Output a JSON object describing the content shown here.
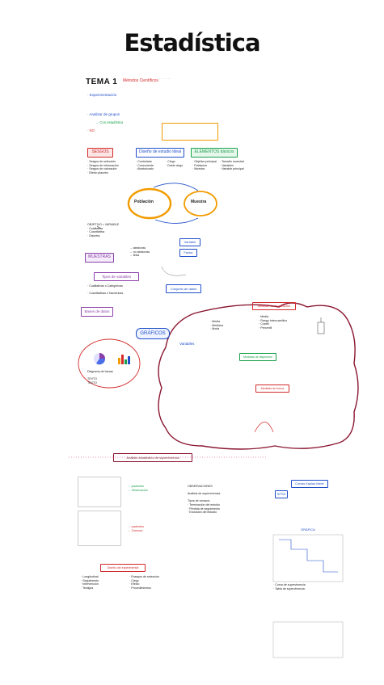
{
  "page": {
    "title": "Estadística",
    "tema": "TEMA 1",
    "metodos": "Métodos Científicos",
    "poblacion": "Población",
    "muestra": "Muestra",
    "sesgos": "SESGOS",
    "diseno": "Diseño de estudio ideal",
    "elementos": "ELEMENTOS básicos",
    "muestras": "MUESTRAS",
    "tipos_variables": "Tipos de variables",
    "bases_datos": "Bases de datos",
    "graficos": "GRÁFICOS",
    "variables": "Variables",
    "analisis": "Análisis estadístico de supervivencia",
    "curvas": "Curvas Kaplan-Meier",
    "spss": "SPSS",
    "grafica": "GRÁFICA",
    "diseno_experimental": "Diseño del experimental"
  },
  "colors": {
    "red": "#d42a2a",
    "blue": "#1f4fc8",
    "green": "#18a14a",
    "orange": "#f29b00",
    "purple": "#8a3fa8",
    "maroon": "#8b1630",
    "pink": "#d62f7d"
  }
}
